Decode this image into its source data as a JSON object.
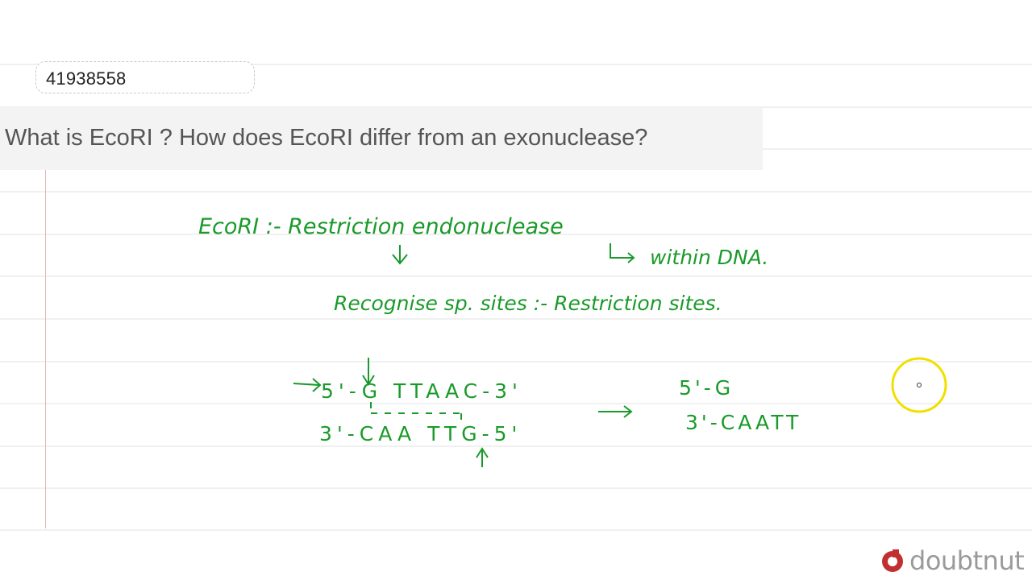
{
  "question_id": "41938558",
  "question": "What is EcoRI ? How does EcoRI differ from an exonuclease?",
  "notes": {
    "line1": "EcoRI :- Restriction endonuclease",
    "within": "within DNA.",
    "line2": "Recognise sp. sites :- Restriction sites.",
    "top_strand": "5'-G TTAAC-3'",
    "bottom_strand": "3'-CAA TTG-5'",
    "product_top": "5'-G",
    "product_bottom": "3'-CAATT"
  },
  "brand": {
    "name": "doubtnut",
    "color": "#c03030"
  },
  "pen_color": "#1a9a2a",
  "cursor_color": "#f0e000"
}
